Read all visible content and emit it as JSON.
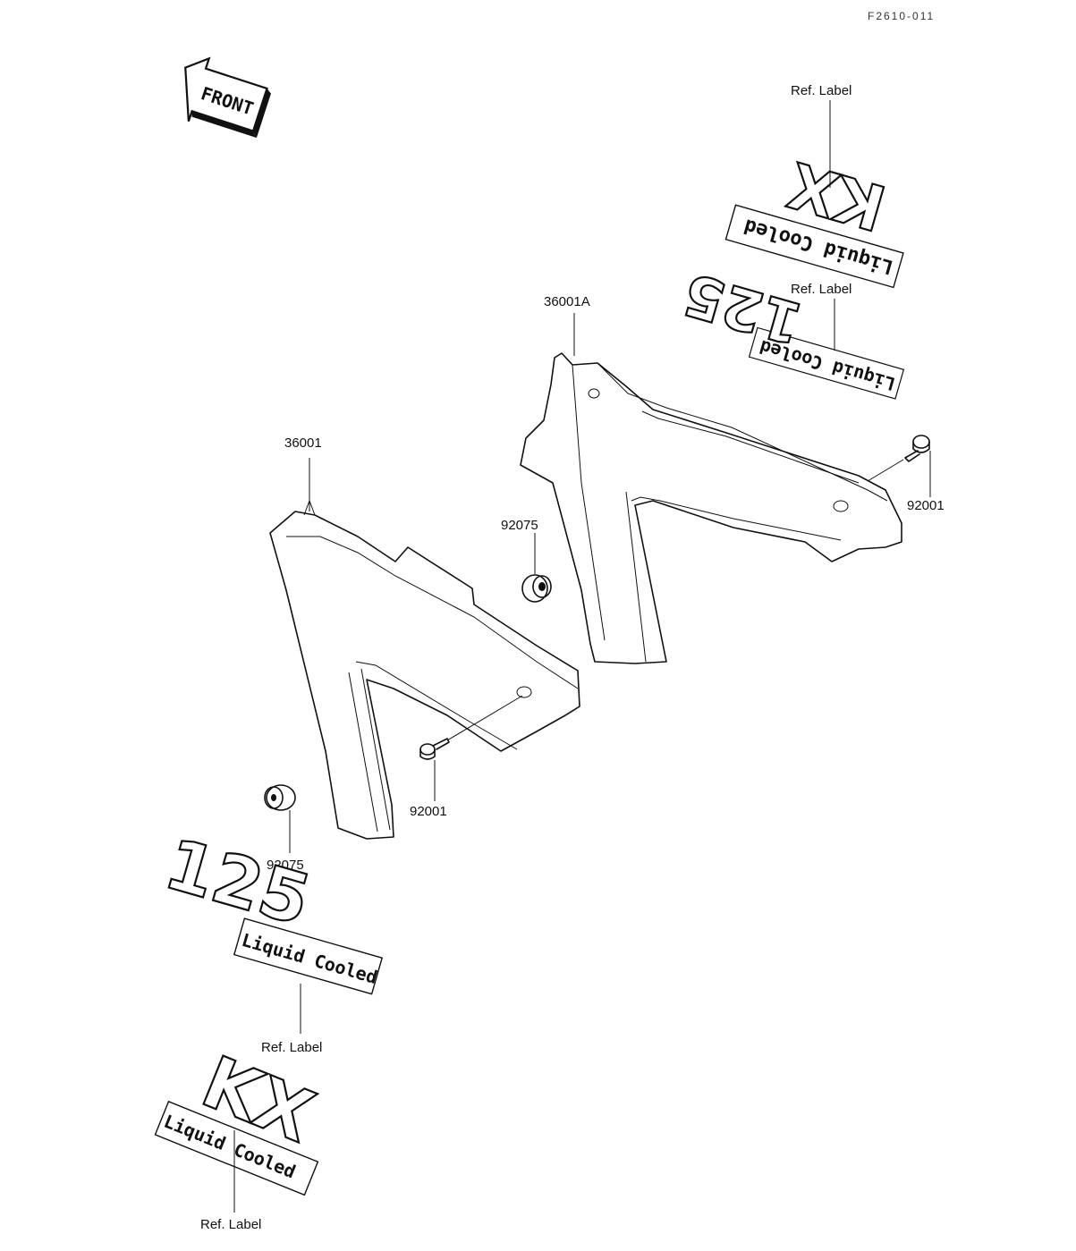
{
  "doc_code": "F2610-011",
  "front_arrow": {
    "label": "FRONT"
  },
  "parts": {
    "cover_left": "36001",
    "cover_right": "36001A",
    "bolt_left": "92001",
    "bolt_right": "92001",
    "grommet_left": "92075",
    "grommet_center": "92075"
  },
  "labels": {
    "ref_top_kx": "Ref. Label",
    "ref_top_125": "Ref. Label",
    "ref_bottom_125": "Ref. Label",
    "ref_bottom_kx": "Ref. Label"
  },
  "decals": {
    "kx": "KX",
    "model_125": "125",
    "liquid_cooled": "Liquid Cooled"
  },
  "colors": {
    "ink": "#111111",
    "paper": "#ffffff"
  }
}
